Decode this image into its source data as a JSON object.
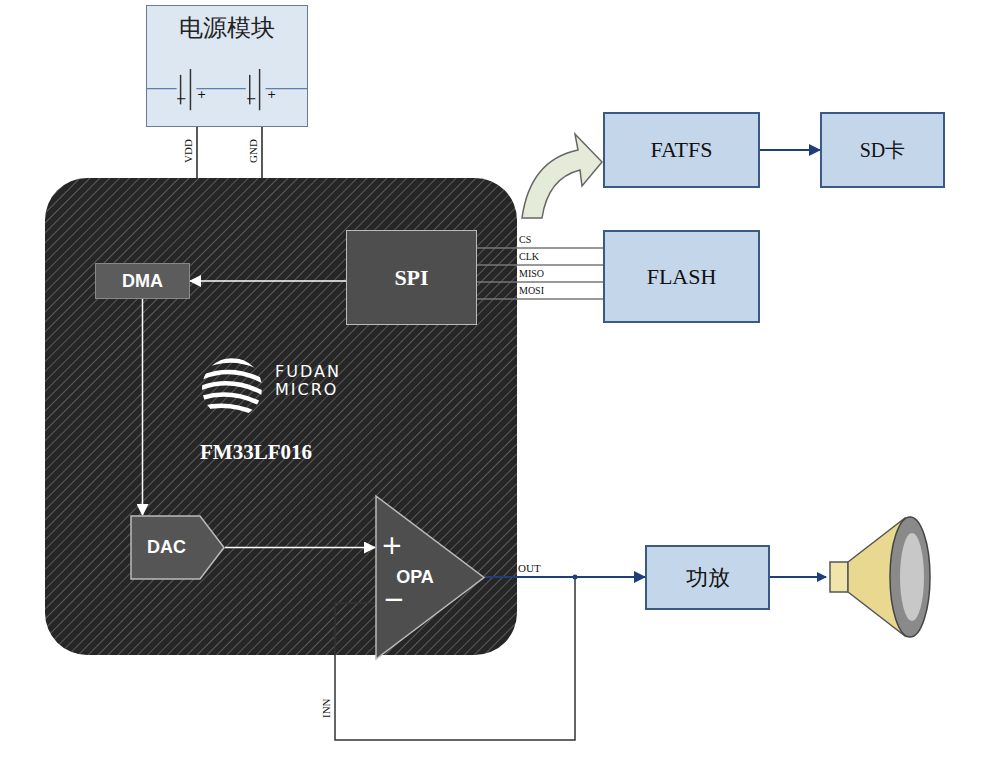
{
  "diagram": {
    "nodes": [
      {
        "text": [
          "电源模块"
        ]
      },
      {
        "text": [
          "FUDAN MICRO",
          "FM33LF016"
        ]
      },
      {
        "text": [
          "DMA"
        ],
        "in": 1
      },
      {
        "text": [
          "SPI"
        ],
        "in": 1
      },
      {
        "text": [
          "DAC"
        ],
        "in": 1
      },
      {
        "text": [
          "OPA"
        ],
        "in": 1
      },
      {
        "text": [
          "FATFS"
        ]
      },
      {
        "text": [
          "SD卡"
        ]
      },
      {
        "text": [
          "FLASH"
        ]
      },
      {
        "text": [
          "功放"
        ]
      }
    ],
    "edges": [
      {
        "from": 0,
        "to": 1,
        "label": "VDD",
        "arrow": "none"
      },
      {
        "from": 0,
        "to": 1,
        "label": "GND",
        "arrow": "none"
      },
      {
        "from": 3,
        "to": 2,
        "arrow": "to"
      },
      {
        "from": 2,
        "to": 4,
        "arrow": "to"
      },
      {
        "from": 4,
        "to": 5,
        "arrow": "to"
      },
      {
        "from": 3,
        "to": 8,
        "label": "CS",
        "arrow": "none"
      },
      {
        "from": 3,
        "to": 8,
        "label": "CLK",
        "arrow": "none"
      },
      {
        "from": 3,
        "to": 8,
        "label": "MISO",
        "arrow": "none"
      },
      {
        "from": 3,
        "to": 8,
        "label": "MOSI",
        "arrow": "none"
      },
      {
        "from": 6,
        "to": 7,
        "arrow": "to"
      },
      {
        "from": 5,
        "to": 9,
        "label": "OUT",
        "arrow": "to"
      }
    ],
    "labels": [
      "−",
      "+",
      "−",
      "+",
      "+",
      "−",
      "INN"
    ]
  }
}
